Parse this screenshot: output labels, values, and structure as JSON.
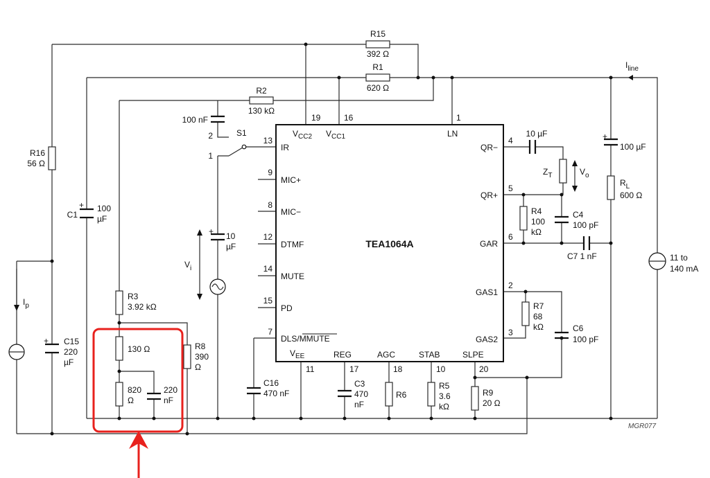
{
  "chip": {
    "name": "TEA1064A",
    "pins": {
      "vcc2": {
        "num": "19",
        "main": "V",
        "sub": "CC2"
      },
      "vcc1": {
        "num": "16",
        "main": "V",
        "sub": "CC1"
      },
      "ln": {
        "num": "1",
        "label": "LN"
      },
      "ir": {
        "num": "13",
        "label": "IR"
      },
      "micp": {
        "num": "9",
        "label": "MIC+"
      },
      "micm": {
        "num": "8",
        "label": "MIC−"
      },
      "dtmf": {
        "num": "12",
        "label": "DTMF"
      },
      "mute": {
        "num": "14",
        "label": "MUTE"
      },
      "pd": {
        "num": "15",
        "label": "PD"
      },
      "dls": {
        "num": "7",
        "label_a": "DLS/",
        "label_b": "MMUTE"
      },
      "vee": {
        "num": "11",
        "main": "V",
        "sub": "EE"
      },
      "reg": {
        "num": "17",
        "label": "REG"
      },
      "agc": {
        "num": "18",
        "label": "AGC"
      },
      "stab": {
        "num": "10",
        "label": "STAB"
      },
      "slpe": {
        "num": "20",
        "label": "SLPE"
      },
      "qrm": {
        "num": "4",
        "label": "QR−"
      },
      "qrp": {
        "num": "5",
        "label": "QR+"
      },
      "gar": {
        "num": "6",
        "label": "GAR"
      },
      "gas1": {
        "num": "2",
        "label": "GAS1"
      },
      "gas2": {
        "num": "3",
        "label": "GAS2"
      }
    }
  },
  "components": {
    "r15": {
      "name": "R15",
      "value": "392 Ω"
    },
    "r1": {
      "name": "R1",
      "value": "620 Ω"
    },
    "r2": {
      "name": "R2",
      "value": "130 kΩ"
    },
    "c_ir": {
      "value": "100 nF"
    },
    "s1": {
      "name": "S1",
      "pos1": "1",
      "pos2": "2"
    },
    "r16": {
      "name": "R16",
      "value": "56 Ω"
    },
    "c1": {
      "name": "C1",
      "value_a": "100",
      "value_b": "µF"
    },
    "c_vi": {
      "value_a": "10",
      "value_b": "µF"
    },
    "vi": {
      "main": "V",
      "sub": "i"
    },
    "ip": {
      "main": "I",
      "sub": "p"
    },
    "c15": {
      "name": "C15",
      "value_a": "220",
      "value_b": "µF"
    },
    "r3": {
      "name": "R3",
      "value": "3.92 kΩ"
    },
    "r_130": {
      "value": "130 Ω"
    },
    "r_820": {
      "value_a": "820",
      "value_b": "Ω"
    },
    "c_220n": {
      "value_a": "220",
      "value_b": "nF"
    },
    "r8": {
      "name": "R8",
      "value_a": "390",
      "value_b": "Ω"
    },
    "c16": {
      "name": "C16",
      "value": "470 nF"
    },
    "c3": {
      "name": "C3",
      "value_a": "470",
      "value_b": "nF"
    },
    "r6": {
      "name": "R6"
    },
    "r5": {
      "name": "R5",
      "value_a": "3.6",
      "value_b": "kΩ"
    },
    "r9": {
      "name": "R9",
      "value": "20 Ω"
    },
    "c_qr": {
      "value": "10 µF"
    },
    "zt": {
      "main": "Z",
      "sub": "T"
    },
    "vo": {
      "main": "V",
      "sub": "o"
    },
    "r4": {
      "name": "R4",
      "value_a": "100",
      "value_b": "kΩ"
    },
    "c4": {
      "name": "C4",
      "value": "100 pF"
    },
    "c7": {
      "label": "C7 1 nF"
    },
    "r7": {
      "name": "R7",
      "value_a": "68",
      "value_b": "kΩ"
    },
    "c6": {
      "name": "C6",
      "value": "100 pF"
    },
    "c_line": {
      "value": "100 µF"
    },
    "rl": {
      "main": "R",
      "sub": "L",
      "value": "600 Ω"
    },
    "iline": {
      "main": "I",
      "sub": "line"
    },
    "src": {
      "value_a": "11 to",
      "value_b": "140 mA"
    }
  },
  "figure_ref": "MGR077",
  "colors": {
    "highlight": "#e8211d",
    "wire": "#2a2a2a",
    "ink": "#111111"
  }
}
